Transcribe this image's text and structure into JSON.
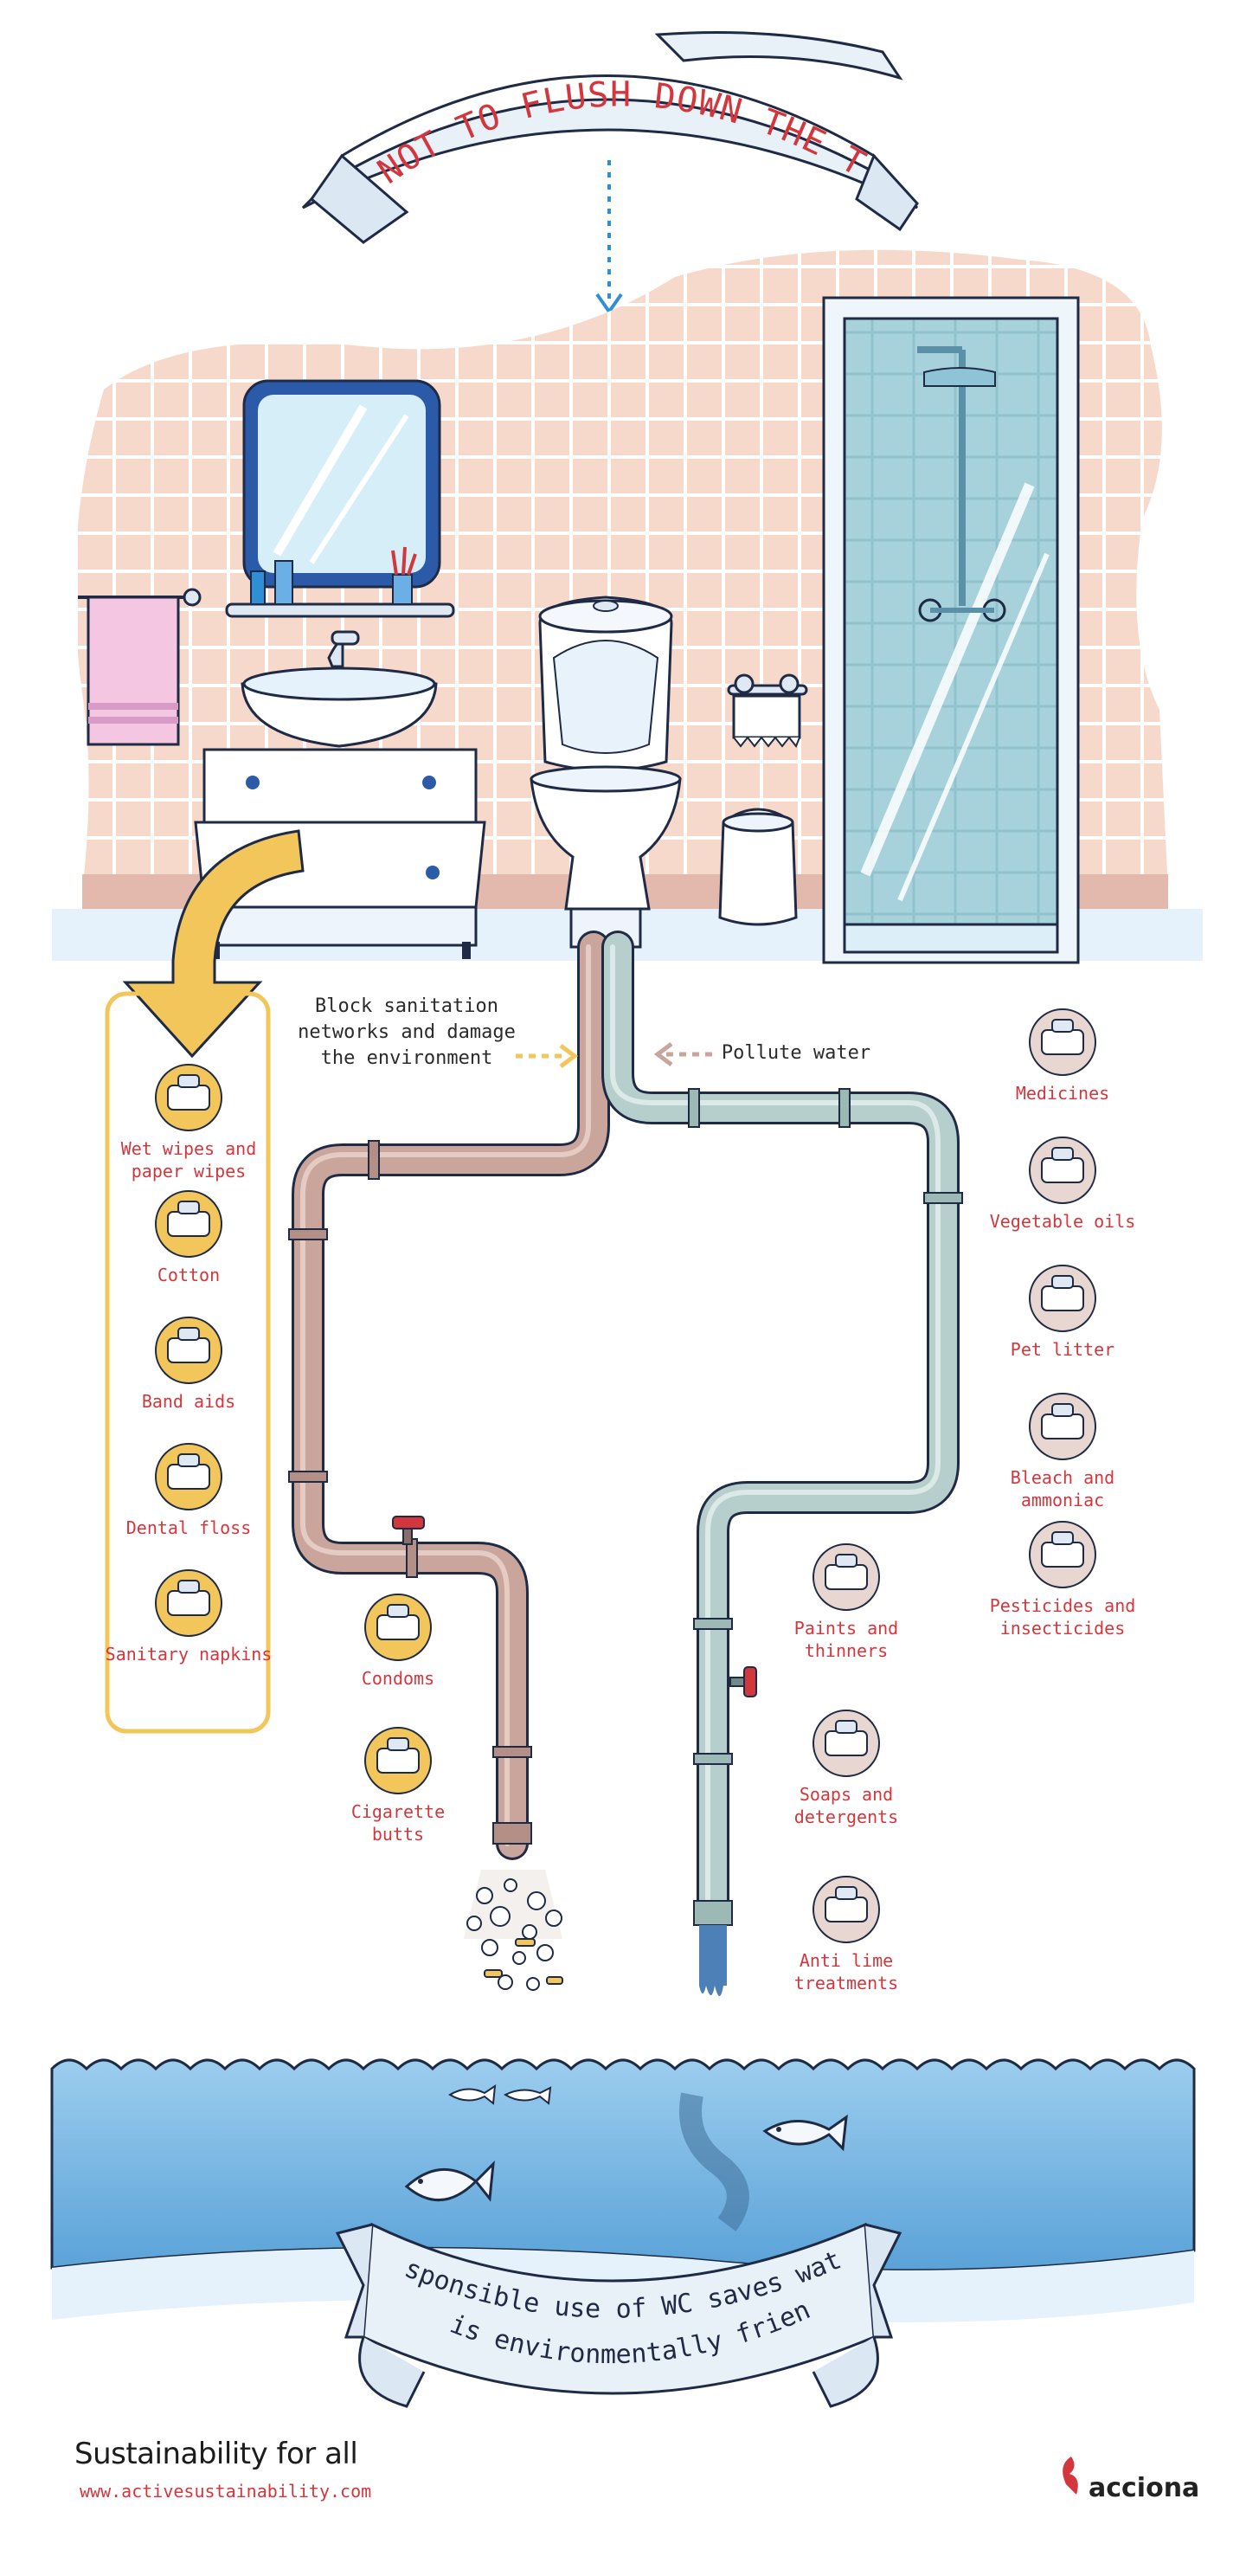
{
  "header": {
    "title": "WHAT NOT TO FLUSH DOWN THE TOILET"
  },
  "flows": {
    "block": [
      "Block sanitation",
      "networks and damage",
      "the environment"
    ],
    "pollute": "Pollute water"
  },
  "block_items": [
    {
      "label": [
        "Wet wipes and",
        "paper wipes"
      ],
      "icon": "wet-wipes-icon"
    },
    {
      "label": [
        "Cotton"
      ],
      "icon": "cotton-icon"
    },
    {
      "label": [
        "Band aids"
      ],
      "icon": "band-aid-icon"
    },
    {
      "label": [
        "Dental floss"
      ],
      "icon": "dental-floss-icon"
    },
    {
      "label": [
        "Sanitary napkins"
      ],
      "icon": "sanitary-napkin-icon"
    }
  ],
  "pipe_items": [
    {
      "label": [
        "Condoms"
      ],
      "icon": "condom-icon"
    },
    {
      "label": [
        "Cigarette",
        "butts"
      ],
      "icon": "cigarette-butt-icon"
    }
  ],
  "pollute_mid_items": [
    {
      "label": [
        "Paints and",
        "thinners"
      ],
      "icon": "paint-can-icon"
    },
    {
      "label": [
        "Soaps and",
        "detergents"
      ],
      "icon": "soap-icon"
    },
    {
      "label": [
        "Anti lime",
        "treatments"
      ],
      "icon": "anti-lime-icon"
    }
  ],
  "pollute_right_items": [
    {
      "label": [
        "Medicines"
      ],
      "icon": "medicine-pills-icon"
    },
    {
      "label": [
        "Vegetable oils"
      ],
      "icon": "oil-bottle-icon"
    },
    {
      "label": [
        "Pet litter"
      ],
      "icon": "pet-litter-icon"
    },
    {
      "label": [
        "Bleach and",
        "ammoniac"
      ],
      "icon": "bleach-bottle-icon"
    },
    {
      "label": [
        "Pesticides and",
        "insecticides"
      ],
      "icon": "pesticide-bottle-icon"
    }
  ],
  "banner_bottom": {
    "line1": "Responsible use of WC saves water",
    "line2": "and is environmentally friendly"
  },
  "footer": {
    "title": "Sustainability for all",
    "url": "www.activesustainability.com",
    "brand": "acciona"
  },
  "colors": {
    "accent_red": "#d3373d",
    "wall_tile": "#f7d9cc",
    "water": "#7fbde6",
    "block_pipe": "#c9a59b",
    "pollute_pipe": "#b7cfcc",
    "yellow_box": "#f2c65a"
  }
}
